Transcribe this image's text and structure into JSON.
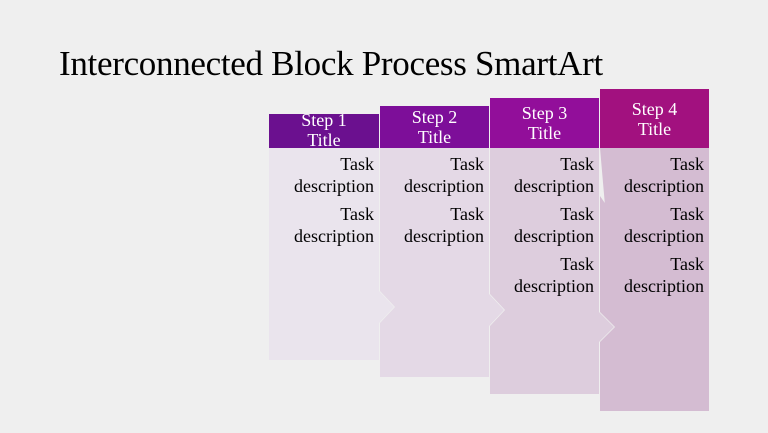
{
  "slide": {
    "title": "Interconnected Block Process SmartArt"
  },
  "steps": [
    {
      "title_line1": "Step 1",
      "title_line2": "Title",
      "header_color": "#6b108f",
      "body_color": "#eae4ed",
      "tasks": [
        "Task description",
        "Task description"
      ]
    },
    {
      "title_line1": "Step 2",
      "title_line2": "Title",
      "header_color": "#7d0e99",
      "body_color": "#e4d9e6",
      "tasks": [
        "Task description",
        "Task description"
      ]
    },
    {
      "title_line1": "Step 3",
      "title_line2": "Title",
      "header_color": "#920e9a",
      "body_color": "#ddcddd",
      "tasks": [
        "Task description",
        "Task description",
        "Task description"
      ]
    },
    {
      "title_line1": "Step 4",
      "title_line2": "Title",
      "header_color": "#a2117f",
      "body_color": "#d4bcd2",
      "tasks": [
        "Task description",
        "Task description",
        "Task description"
      ]
    }
  ]
}
